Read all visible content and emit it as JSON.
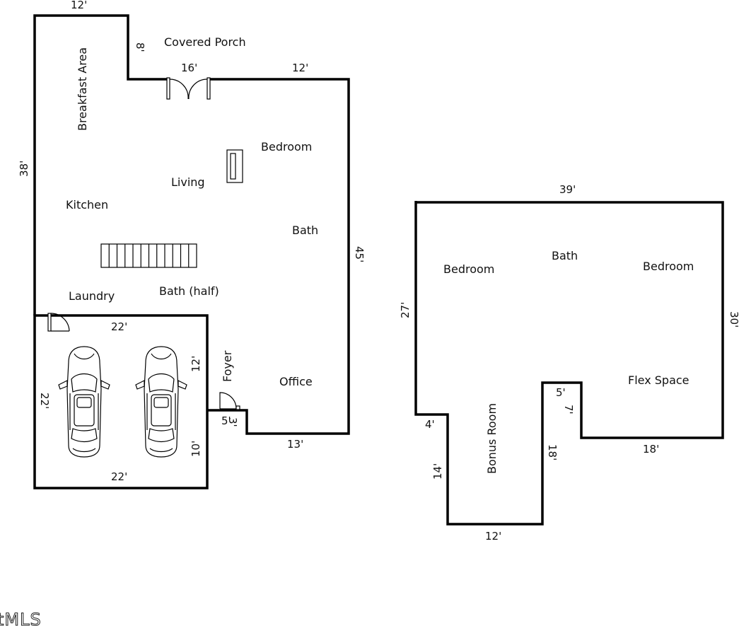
{
  "first_floor": {
    "rooms": {
      "covered_porch": "Covered Porch",
      "breakfast_area": "Breakfast Area",
      "bedroom": "Bedroom",
      "living": "Living",
      "kitchen": "Kitchen",
      "bath": "Bath",
      "laundry": "Laundry",
      "bath_half": "Bath (half)",
      "foyer": "Foyer",
      "office": "Office"
    },
    "dims": {
      "top_left": "12'",
      "porch_depth": "8'",
      "porch_width": "16'",
      "top_right": "12'",
      "left_side": "38'",
      "right_side": "45'",
      "bottom_right": "13'",
      "foyer_width": "5'",
      "foyer_depth": "3'"
    }
  },
  "garage": {
    "dims": {
      "top": "22'",
      "bottom": "22'",
      "left": "22'",
      "right_upper": "12'",
      "right_lower": "10'"
    }
  },
  "second_floor": {
    "rooms": {
      "bedroom_left": "Bedroom",
      "bath": "Bath",
      "bedroom_right": "Bedroom",
      "flex_space": "Flex Space",
      "bonus_room": "Bonus Room"
    },
    "dims": {
      "top": "39'",
      "left_upper": "27'",
      "right": "30'",
      "step_left": "4'",
      "bonus_left": "14'",
      "bonus_bottom": "12'",
      "bonus_right": "18'",
      "notch_top": "5'",
      "notch_side": "7'",
      "flex_bottom": "18'"
    }
  },
  "watermark": "tMLS"
}
